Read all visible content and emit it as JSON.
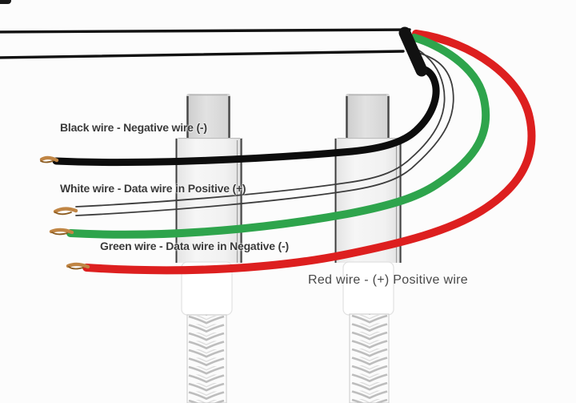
{
  "diagram": {
    "description": "USB charging cable wiring diagram with two connectors and four labeled wires",
    "background": "#fcfcfc"
  },
  "labels": {
    "black_wire": {
      "text": "Black wire - Negative wire (-)",
      "color": "#3a3a3a"
    },
    "white_wire": {
      "text": "White wire - Data wire in Positive (+)",
      "color": "#3a3a3a"
    },
    "green_wire": {
      "text": "Green wire - Data wire in Negative (-)",
      "color": "#3a3a3a"
    },
    "red_wire": {
      "text": "Red wire - (+) Positive wire",
      "color": "#474747"
    }
  },
  "colors": {
    "black_wire": "#0d0d0d",
    "white_wire_outline": "#3d3d3d",
    "green_wire": "#2ea44c",
    "red_wire": "#dd1f1f",
    "cable_outline": "#111111",
    "copper_strand": "#c08544",
    "copper_shadow": "#8a5a1e"
  }
}
